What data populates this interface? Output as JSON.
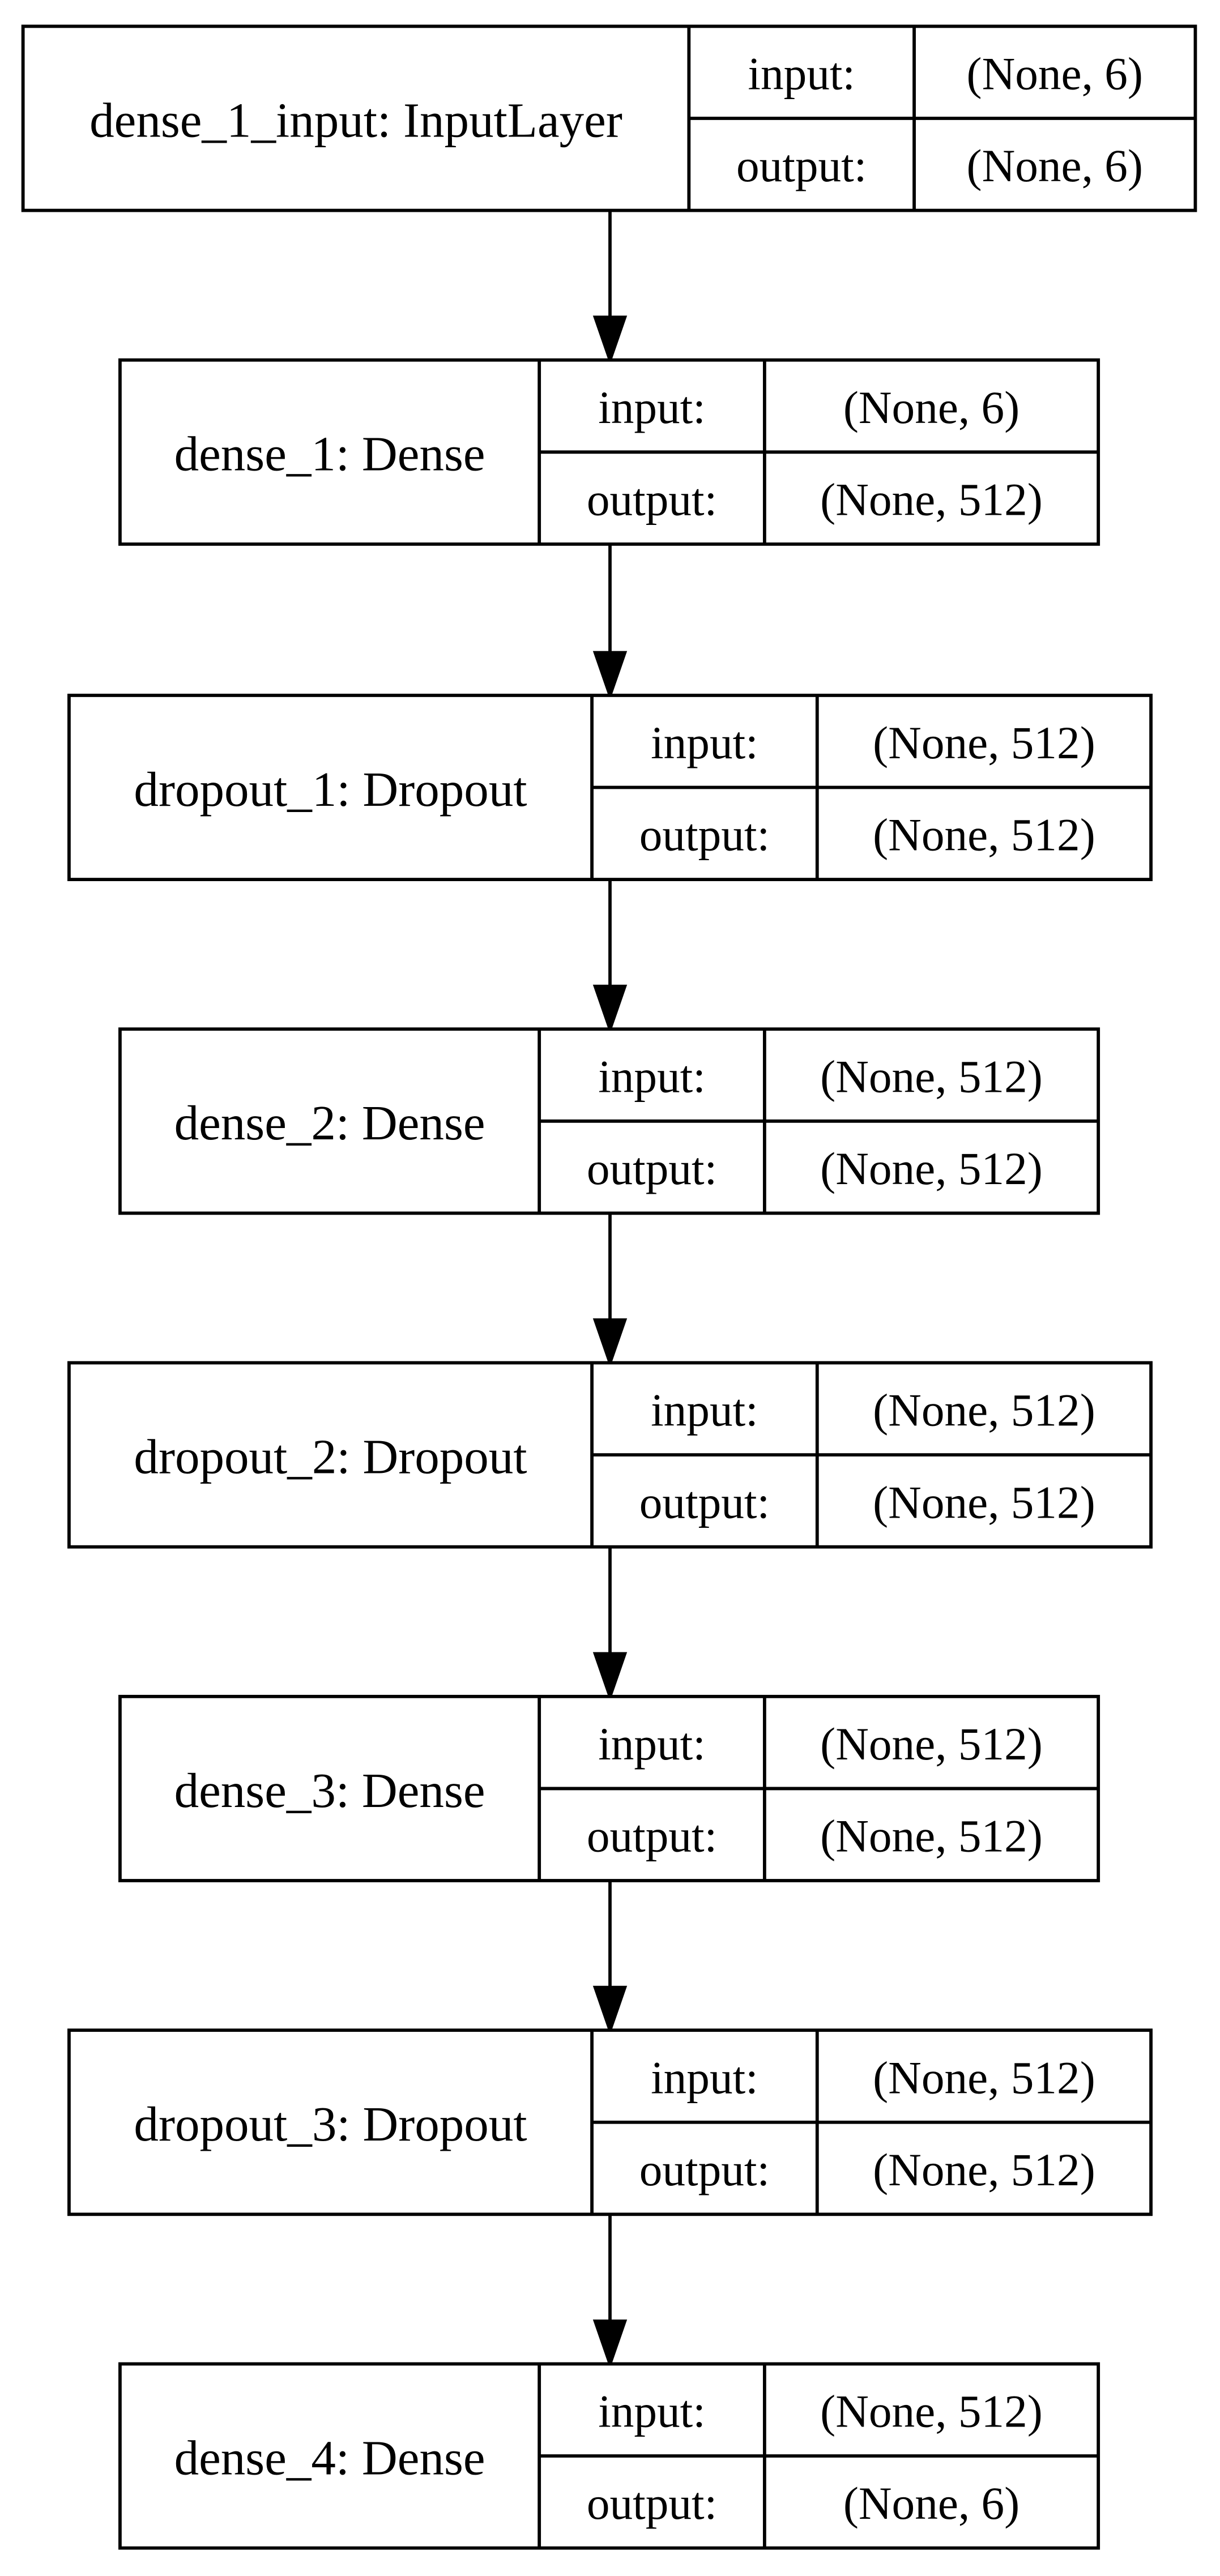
{
  "diagram": {
    "type": "keras-model-plot",
    "colors": {
      "stroke": "#000000",
      "background": "#ffffff",
      "text": "#000000"
    },
    "row_labels": {
      "input": "input:",
      "output": "output:"
    },
    "layers": [
      {
        "label": "dense_1_input: InputLayer",
        "input": "(None, 6)",
        "output": "(None, 6)"
      },
      {
        "label": "dense_1: Dense",
        "input": "(None, 6)",
        "output": "(None, 512)"
      },
      {
        "label": "dropout_1: Dropout",
        "input": "(None, 512)",
        "output": "(None, 512)"
      },
      {
        "label": "dense_2: Dense",
        "input": "(None, 512)",
        "output": "(None, 512)"
      },
      {
        "label": "dropout_2: Dropout",
        "input": "(None, 512)",
        "output": "(None, 512)"
      },
      {
        "label": "dense_3: Dense",
        "input": "(None, 512)",
        "output": "(None, 512)"
      },
      {
        "label": "dropout_3: Dropout",
        "input": "(None, 512)",
        "output": "(None, 512)"
      },
      {
        "label": "dense_4: Dense",
        "input": "(None, 512)",
        "output": "(None, 6)"
      }
    ]
  }
}
